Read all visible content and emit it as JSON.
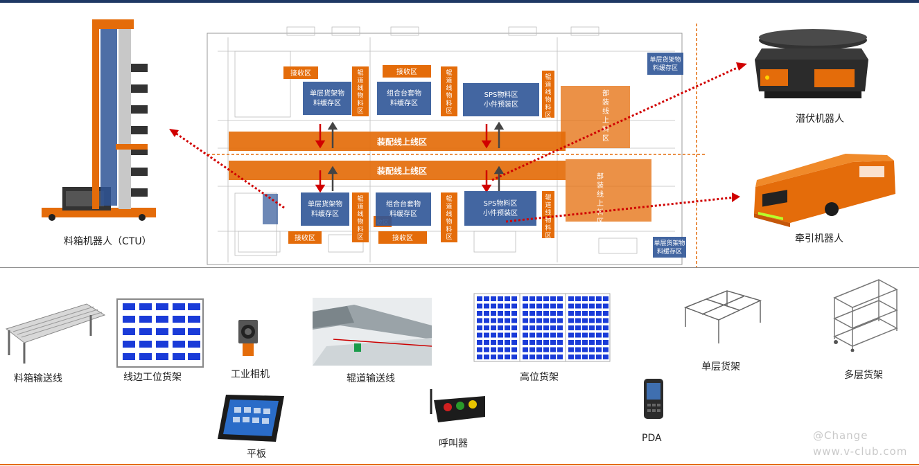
{
  "layout_labels": {
    "receiving": "接收区",
    "single_rack_buffer": [
      "单层货架物",
      "料缓存区"
    ],
    "roller_zone": [
      "辊",
      "道",
      "线",
      "物",
      "料",
      "区"
    ],
    "combo_buffer": [
      "组合台套物",
      "料缓存区"
    ],
    "sps_zone_top": [
      "SPS物料区",
      "小件预装区"
    ],
    "sps_zone_bottom": [
      "SPS物料区",
      "小件预装区"
    ],
    "subassembly": [
      "部",
      "装",
      "线",
      "上",
      "料",
      "区"
    ],
    "assembly_line": "装配线上线区",
    "receiving_small": "收区"
  },
  "robots": {
    "ctu": "料箱机器人（CTU）",
    "latent": "潜伏机器人",
    "tow": "牵引机器人"
  },
  "equipment": {
    "conveyor": "料箱输送线",
    "lineside_rack": "线边工位货架",
    "camera": "工业相机",
    "roller_line": "辊道输送线",
    "high_rack": "高位货架",
    "single_rack": "单层货架",
    "multi_rack": "多层货架",
    "tablet": "平板",
    "caller": "呼叫器",
    "pda": "PDA"
  },
  "watermark": {
    "line1": "@Change",
    "line2": "www.v-club.com"
  },
  "colors": {
    "orange": "#e46c0a",
    "blue": "#2f5597",
    "red": "#d00000",
    "navy": "#1f3864"
  },
  "icons": [
    "ctu-robot-icon",
    "latent-robot-icon",
    "tow-robot-icon",
    "conveyor-icon",
    "rack-icon",
    "camera-icon",
    "roller-line-icon",
    "high-rack-icon",
    "single-rack-icon",
    "multi-rack-icon",
    "tablet-icon",
    "caller-icon",
    "pda-icon"
  ]
}
